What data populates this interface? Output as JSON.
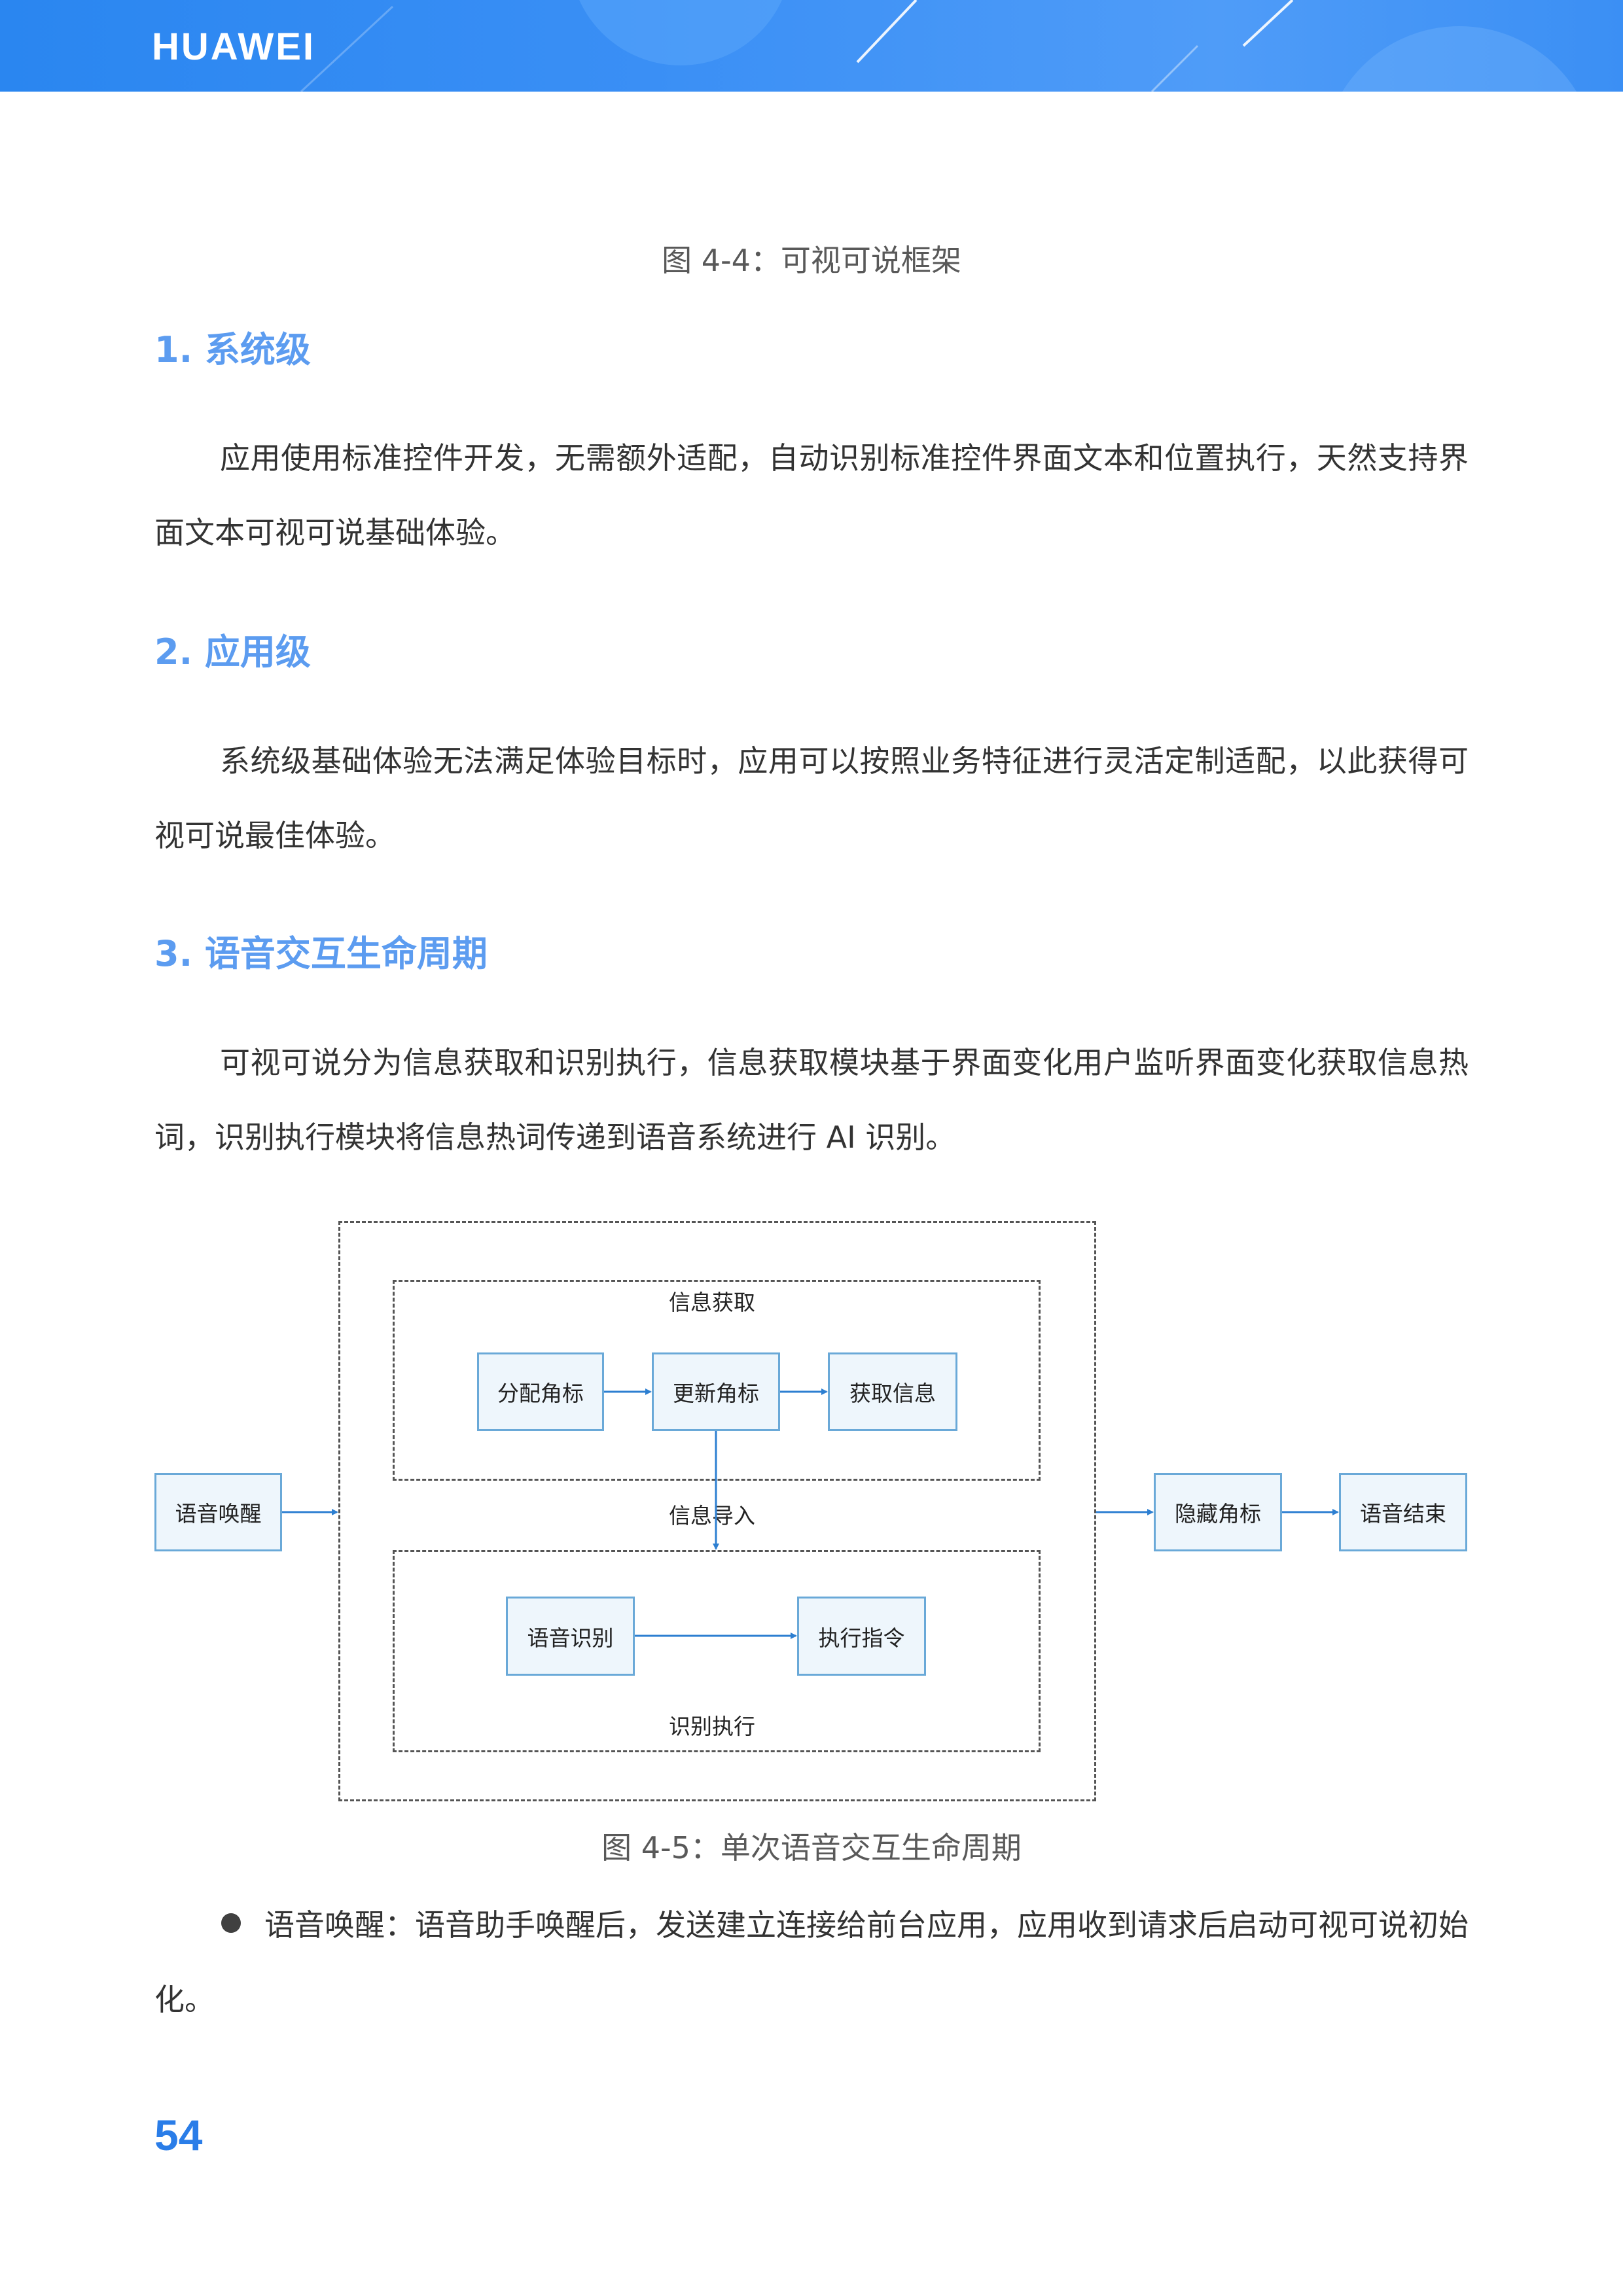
{
  "header": {
    "brand": "HUAWEI"
  },
  "captions": {
    "fig44": "图 4-4：可视可说框架",
    "fig45": "图 4-5：单次语音交互生命周期"
  },
  "sections": [
    {
      "heading": "1. 系统级",
      "text": "应用使用标准控件开发，无需额外适配，自动识别标准控件界面文本和位置执行，天然支持界面文本可视可说基础体验。"
    },
    {
      "heading": "2. 应用级",
      "text": "系统级基础体验无法满足体验目标时，应用可以按照业务特征进行灵活定制适配，以此获得可视可说最佳体验。"
    },
    {
      "heading": "3. 语音交互生命周期",
      "text": "可视可说分为信息获取和识别执行，信息获取模块基于界面变化用户监听界面变化获取信息热词，识别执行模块将信息热词传递到语音系统进行 AI 识别。"
    }
  ],
  "diagram": {
    "group_info": "信息获取",
    "group_exec": "识别执行",
    "import_label": "信息导入",
    "nodes": {
      "wake": "语音唤醒",
      "assign": "分配角标",
      "update": "更新角标",
      "fetch": "获取信息",
      "recognize": "语音识别",
      "execute": "执行指令",
      "hide": "隐藏角标",
      "end": "语音结束"
    }
  },
  "bullet": {
    "text": "语音唤醒：语音助手唤醒后，发送建立连接给前台应用，应用收到请求后启动可视可说初始化。"
  },
  "page_number": "54"
}
